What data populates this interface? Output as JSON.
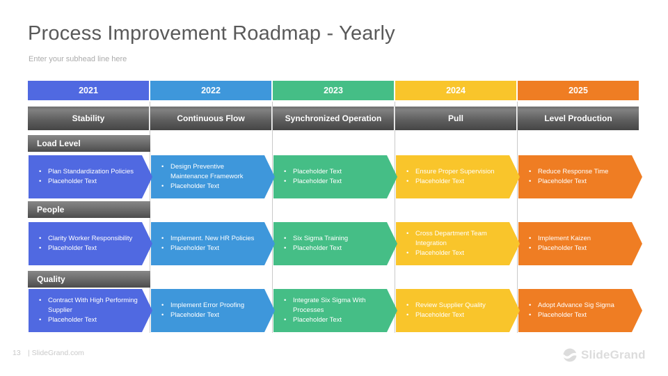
{
  "slide": {
    "title": "Process Improvement Roadmap - Yearly",
    "subhead": "Enter your subhead line here"
  },
  "columns": [
    {
      "year": "2021",
      "phase": "Stability",
      "color": "#5069E1"
    },
    {
      "year": "2022",
      "phase": "Continuous Flow",
      "color": "#3E97DB"
    },
    {
      "year": "2023",
      "phase": "Synchronized Operation",
      "color": "#45BE86"
    },
    {
      "year": "2024",
      "phase": "Pull",
      "color": "#F9C52B"
    },
    {
      "year": "2025",
      "phase": "Level Production",
      "color": "#EF7D23"
    }
  ],
  "rows": [
    {
      "category": "Load Level",
      "cells": [
        {
          "items": [
            "Plan Standardization Policies",
            "Placeholder Text"
          ]
        },
        {
          "items": [
            "Design Preventive Maintenance Framework",
            "Placeholder Text"
          ]
        },
        {
          "items": [
            "Placeholder Text",
            "Placeholder Text"
          ]
        },
        {
          "items": [
            "Ensure Proper Supervision",
            "Placeholder Text"
          ]
        },
        {
          "items": [
            "Reduce Response Time",
            "Placeholder Text"
          ]
        }
      ]
    },
    {
      "category": "People",
      "cells": [
        {
          "items": [
            "Clarity Worker Responsibility",
            "Placeholder Text"
          ]
        },
        {
          "items": [
            "Implement. New HR Policies",
            "Placeholder Text"
          ]
        },
        {
          "items": [
            "Six Sigma Training",
            "Placeholder Text"
          ]
        },
        {
          "items": [
            "Cross Department Team Integration",
            "Placeholder Text"
          ]
        },
        {
          "items": [
            "Implement Kaizen",
            "Placeholder Text"
          ]
        }
      ]
    },
    {
      "category": "Quality",
      "cells": [
        {
          "items": [
            "Contract With High Performing Supplier",
            "Placeholder Text"
          ]
        },
        {
          "items": [
            "Implement Error Proofing",
            "Placeholder Text"
          ]
        },
        {
          "items": [
            "Integrate Six Sigma With Processes",
            "Placeholder Text"
          ]
        },
        {
          "items": [
            "Review Supplier Quality",
            "Placeholder Text"
          ]
        },
        {
          "items": [
            "Adopt Advance Sig Sigma",
            "Placeholder Text"
          ]
        }
      ]
    }
  ],
  "footer": {
    "page_number": "13",
    "site": "| SlideGrand.com",
    "logo_text": "SlideGrand"
  }
}
